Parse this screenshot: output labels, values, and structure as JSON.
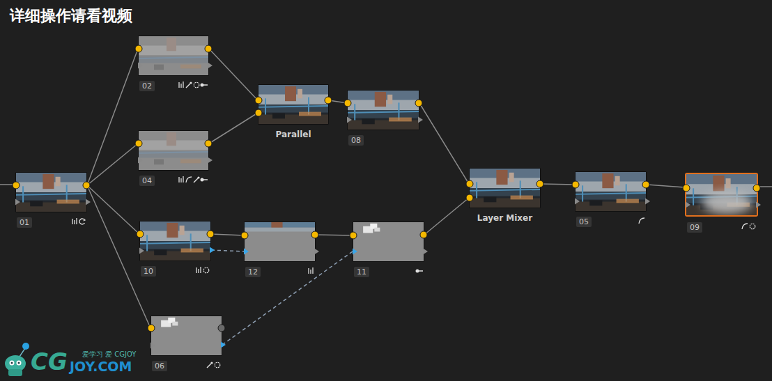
{
  "diagram": {
    "title": "详细操作请看视频",
    "nodes": [
      {
        "text": [
          "01"
        ]
      },
      {
        "text": [
          "02"
        ]
      },
      {
        "text": [
          "04"
        ]
      },
      {
        "text": [
          "10"
        ]
      },
      {
        "text": [
          "06"
        ]
      },
      {
        "text": [
          "Parallel"
        ]
      },
      {
        "text": [
          "08"
        ]
      },
      {
        "text": [
          "12"
        ]
      },
      {
        "text": [
          "11"
        ]
      },
      {
        "text": [
          "Layer Mixer"
        ]
      },
      {
        "text": [
          "05"
        ]
      },
      {
        "text": [
          "09"
        ]
      }
    ],
    "edges": [
      {
        "from": 0,
        "to": 1,
        "arrow": "none"
      },
      {
        "from": 0,
        "to": 2,
        "arrow": "none"
      },
      {
        "from": 0,
        "to": 3,
        "arrow": "none"
      },
      {
        "from": 0,
        "to": 4,
        "arrow": "none"
      },
      {
        "from": 1,
        "to": 5,
        "arrow": "none"
      },
      {
        "from": 2,
        "to": 5,
        "arrow": "none"
      },
      {
        "from": 5,
        "to": 6,
        "arrow": "none"
      },
      {
        "from": 6,
        "to": 9,
        "arrow": "none"
      },
      {
        "from": 3,
        "to": 7,
        "arrow": "none"
      },
      {
        "from": 3,
        "to": 7,
        "arrow": "none"
      },
      {
        "from": 7,
        "to": 8,
        "arrow": "none"
      },
      {
        "from": 4,
        "to": 8,
        "arrow": "none"
      },
      {
        "from": 8,
        "to": 9,
        "arrow": "none"
      },
      {
        "from": 9,
        "to": 10,
        "arrow": "none"
      },
      {
        "from": 10,
        "to": 11,
        "arrow": "none"
      }
    ],
    "labels": [
      "爱学习 爱 CGJOY",
      "CG",
      "JOY.COM"
    ]
  }
}
